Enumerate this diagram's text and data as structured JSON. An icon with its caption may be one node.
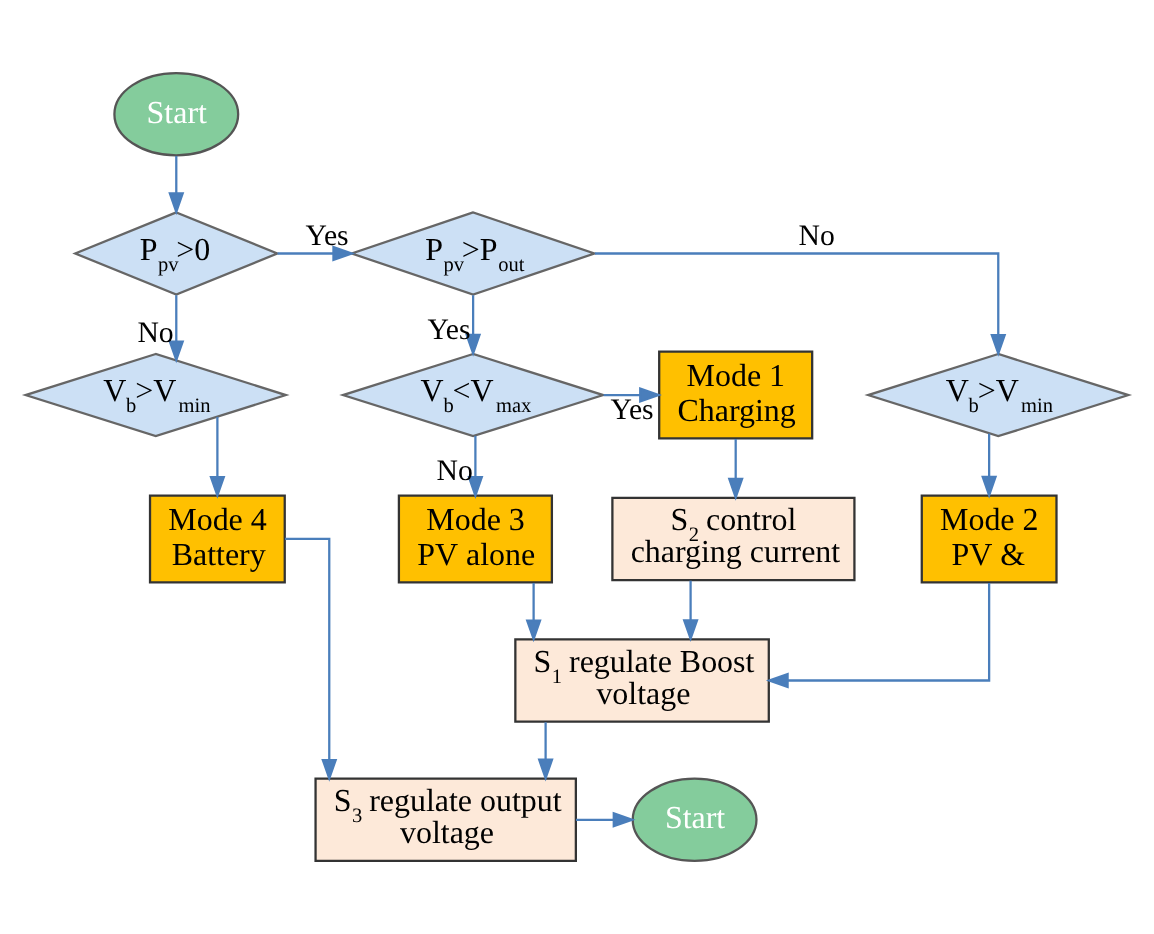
{
  "diagram": {
    "nodes": [
      {
        "text": [
          "Start"
        ]
      },
      {
        "text": [
          "P$_{pv}$>0"
        ]
      },
      {
        "text": [
          "P$_{pv}$>P$_{out}$"
        ]
      },
      {
        "text": [
          "V$_{b}$>V$_{min}$"
        ]
      },
      {
        "text": [
          "V$_{b}$<V$_{max}$"
        ]
      },
      {
        "text": [
          "V$_{b}$>V$_{min}$"
        ]
      },
      {
        "text": [
          "Mode 1 Charging"
        ]
      },
      {
        "text": [
          "Mode 3 PV alone"
        ]
      },
      {
        "text": [
          "Mode 4 Battery"
        ]
      },
      {
        "text": [
          "S$_{2}$ control charging current"
        ]
      },
      {
        "text": [
          "Mode 2 PV &"
        ]
      },
      {
        "text": [
          "S$_{1}$ regulate Boost voltage"
        ]
      },
      {
        "text": [
          "S$_{3}$ regulate output voltage"
        ]
      },
      {
        "text": [
          "Start"
        ]
      }
    ],
    "edges": [
      {
        "from": 0,
        "to": 1,
        "arrow": "to"
      },
      {
        "from": 1,
        "to": 2,
        "arrow": "to",
        "label": "Yes"
      },
      {
        "from": 1,
        "to": 3,
        "arrow": "to",
        "label": "No"
      },
      {
        "from": 2,
        "to": 4,
        "arrow": "to",
        "label": "Yes"
      },
      {
        "from": 2,
        "to": 5,
        "arrow": "to",
        "label": "No"
      },
      {
        "from": 4,
        "to": 6,
        "arrow": "to",
        "label": "Yes"
      },
      {
        "from": 4,
        "to": 7,
        "arrow": "to",
        "label": "No"
      },
      {
        "from": 6,
        "to": 9,
        "arrow": "to"
      },
      {
        "from": 3,
        "to": 8,
        "arrow": "to"
      },
      {
        "from": 5,
        "to": 10,
        "arrow": "to"
      },
      {
        "from": 9,
        "to": 11,
        "arrow": "to"
      },
      {
        "from": 7,
        "to": 11,
        "arrow": "to"
      },
      {
        "from": 10,
        "to": 11,
        "arrow": "to"
      },
      {
        "from": 8,
        "to": 12,
        "arrow": "to"
      },
      {
        "from": 11,
        "to": 12,
        "arrow": "to"
      },
      {
        "from": 12,
        "to": 13,
        "arrow": "to"
      }
    ]
  }
}
